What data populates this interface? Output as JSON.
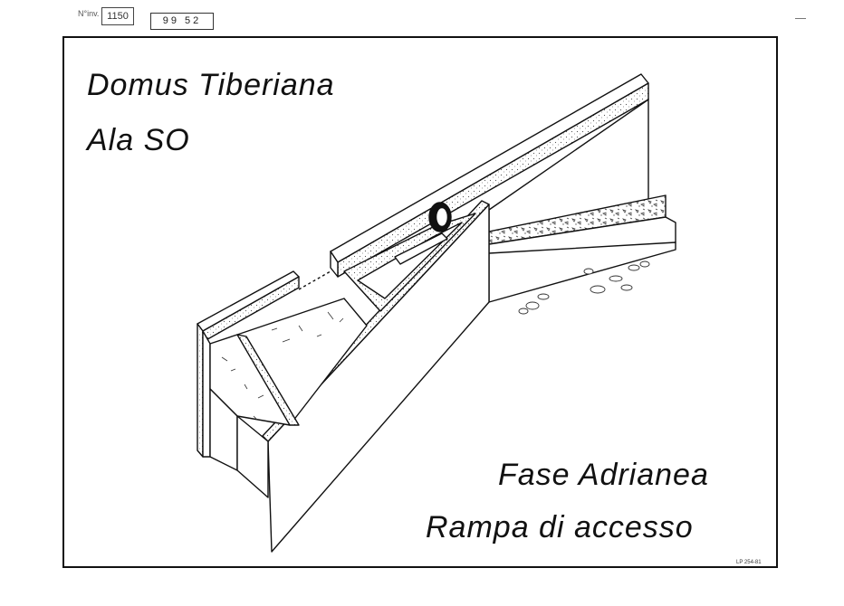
{
  "header": {
    "archive_label": "N°inv.",
    "archive_stamp": "1150",
    "sheet_number": "99  52"
  },
  "drawing": {
    "title_line1": "Domus Tiberiana",
    "title_line2": "Ala SO",
    "phase_line1": "Fase Adrianea",
    "phase_line2": "Rampa di accesso",
    "reference": "LP 254-81"
  }
}
